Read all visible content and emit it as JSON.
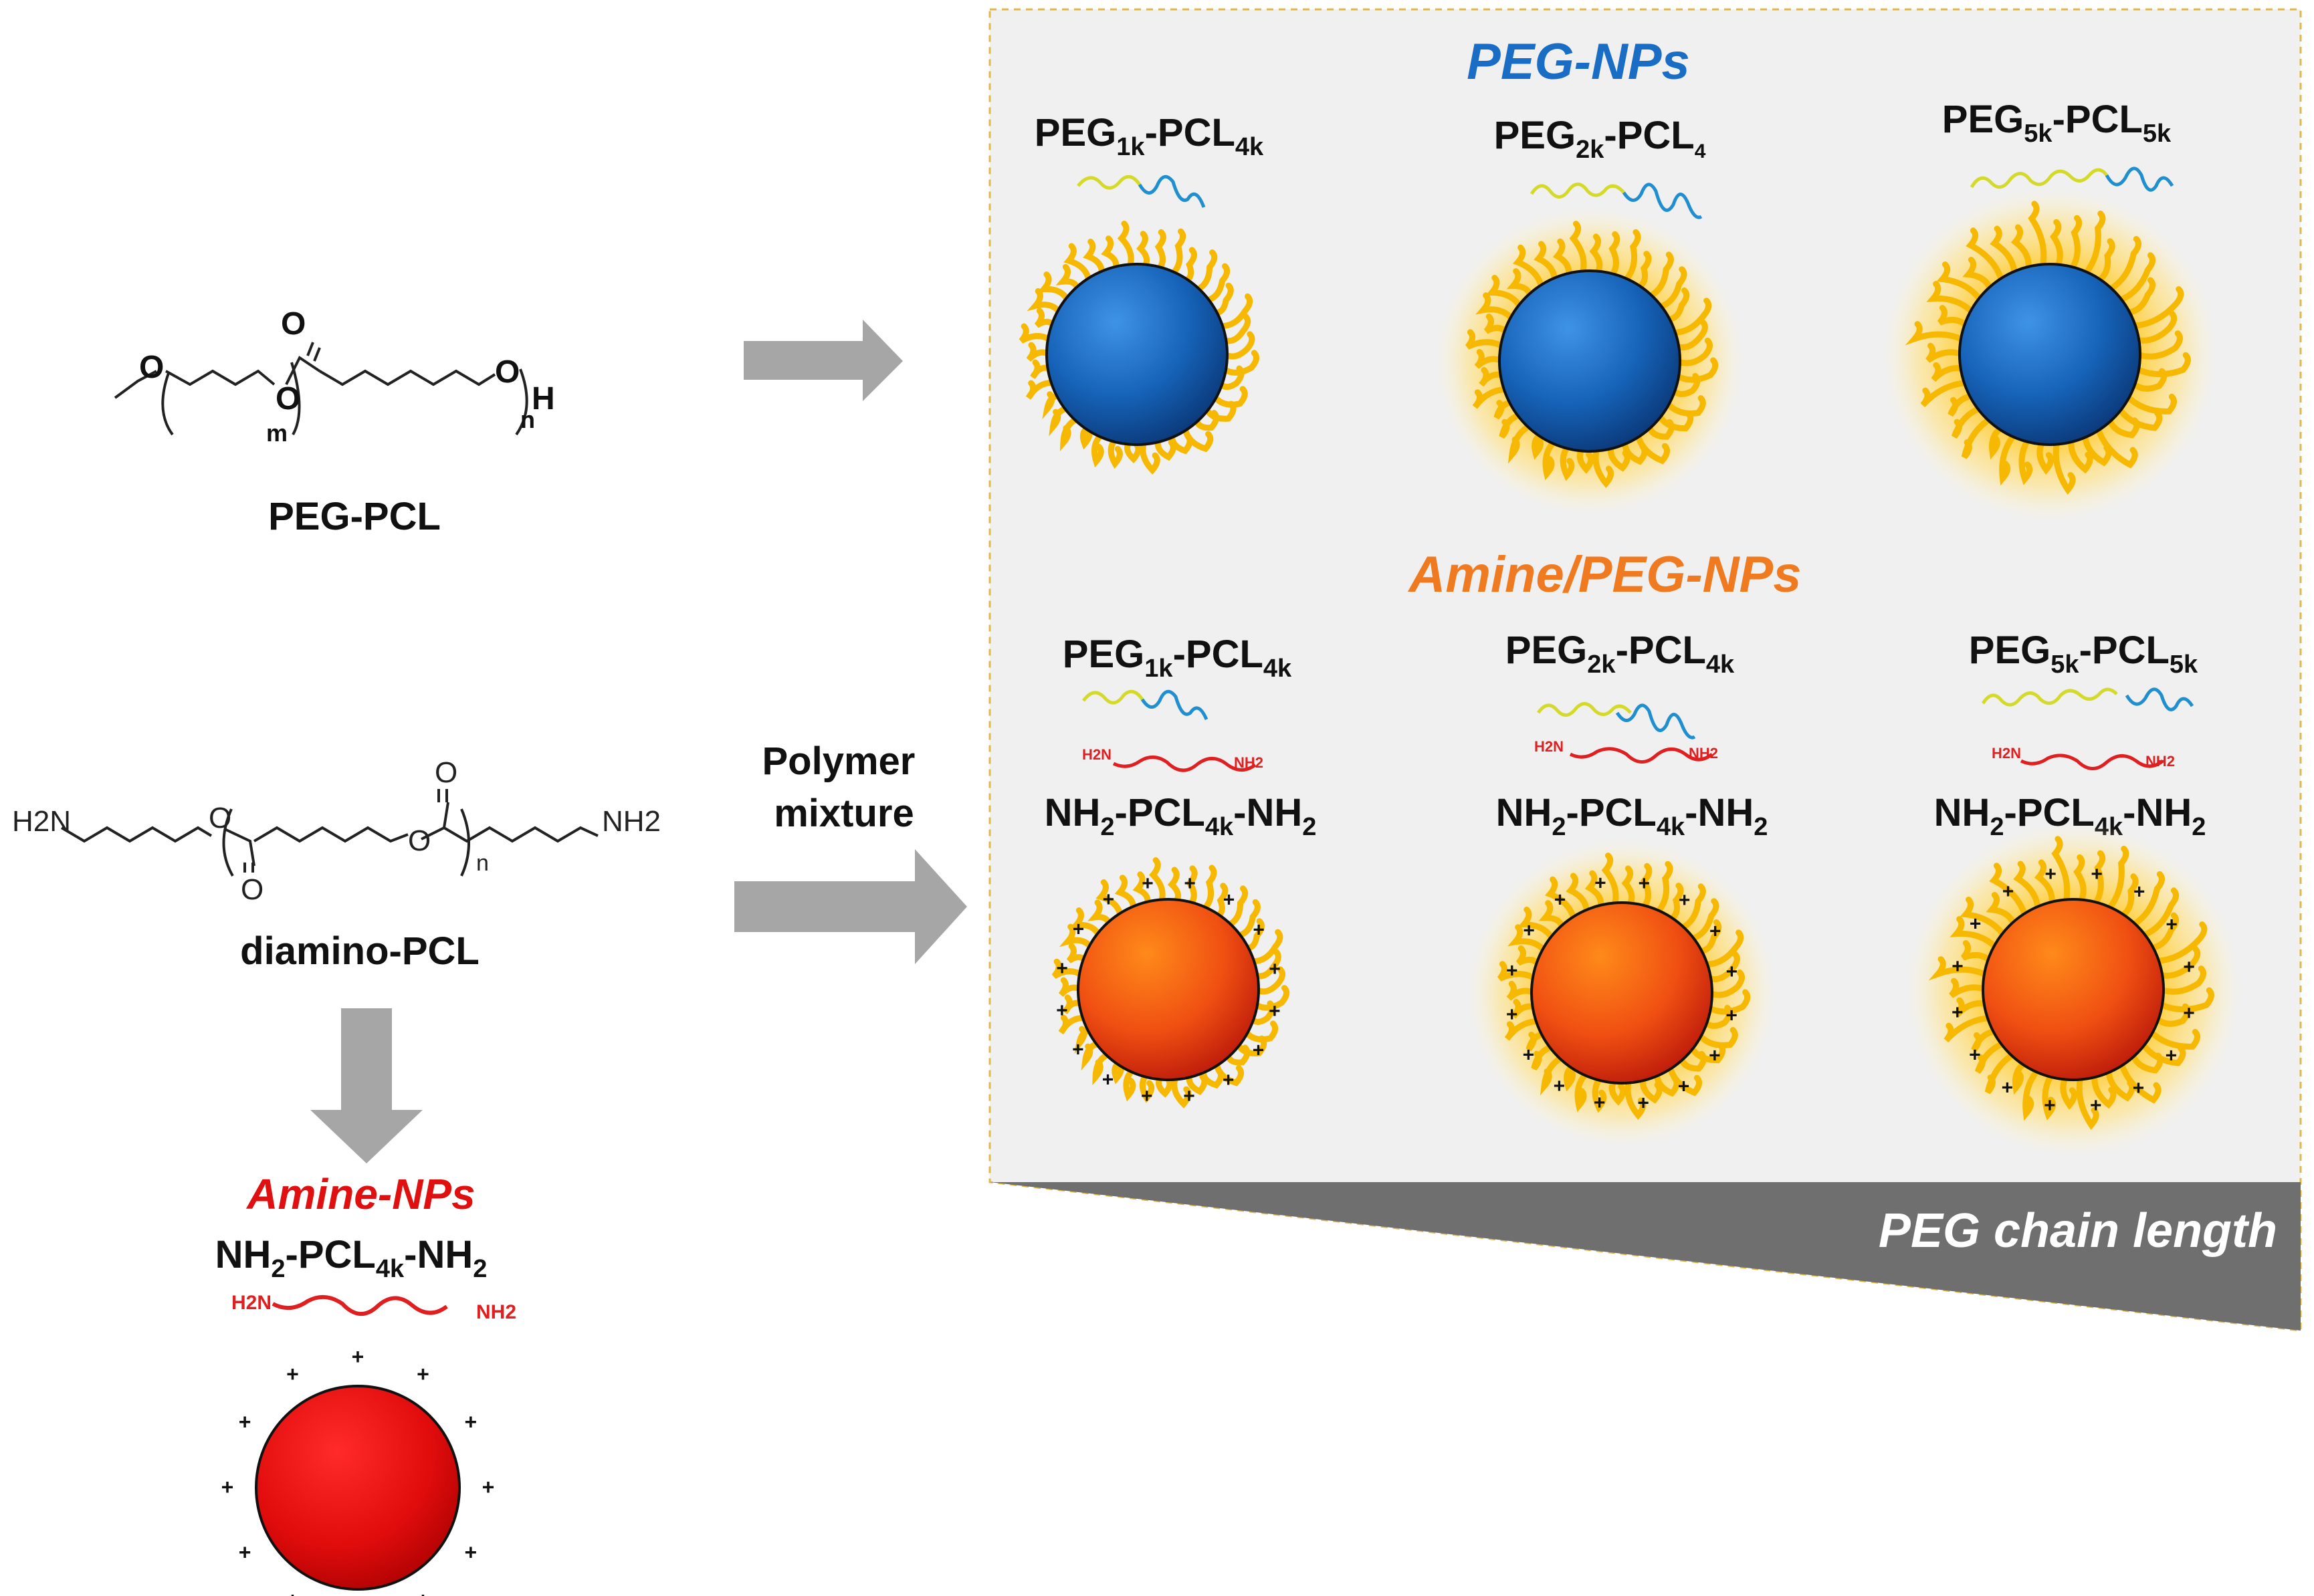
{
  "colors": {
    "peg_blue": "#1a6dc4",
    "amine_orange": "#ef7a1f",
    "amine_red": "#e01010",
    "peg_chain_yellow": "#d4d92a",
    "pcl_chain_blue": "#1f8fcf",
    "amine_chain_red": "#e02020",
    "corona_gold": "#f6b800",
    "panel_gray": "#f0f0f0",
    "arrow_gray": "#a6a6a6",
    "wedge_gray": "#6f6f6f"
  },
  "structures": {
    "peg_pcl": {
      "name": "PEG-PCL",
      "atoms": {
        "o1": "O",
        "o2": "O",
        "o_carbonyl": "O",
        "o3": "O",
        "h": "H"
      },
      "sub_m": "m",
      "sub_n": "n"
    },
    "diamino_pcl": {
      "name": "diamino-PCL",
      "atoms": {
        "h2n": "H2N",
        "nh2": "NH2",
        "o1": "O",
        "o_carbonyl_low": "O",
        "o2": "O",
        "o_carbonyl_high": "O"
      },
      "sub_n": "n"
    }
  },
  "arrows": {
    "mixture_label_line1": "Polymer",
    "mixture_label_line2": "mixture"
  },
  "amine_nps": {
    "title": "Amine-NPs",
    "formula": {
      "p1": "NH",
      "s1": "2",
      "p2": "-PCL",
      "s2": "4k",
      "p3": "-NH",
      "s3": "2"
    },
    "chain_left": "H2N",
    "chain_right": "NH2",
    "charge": "+"
  },
  "peg_nps": {
    "title": "PEG-NPs",
    "items": [
      {
        "formula": {
          "p1": "PEG",
          "s1": "1k",
          "p2": "-PCL",
          "s2": "4k"
        }
      },
      {
        "formula": {
          "p1": "PEG",
          "s1": "2k",
          "p2": "-PCL",
          "s2": "4"
        }
      },
      {
        "formula": {
          "p1": "PEG",
          "s1": "5k",
          "p2": "-PCL",
          "s2": "5k"
        }
      }
    ]
  },
  "amine_peg_nps": {
    "title": "Amine/PEG-NPs",
    "items": [
      {
        "peg_formula": {
          "p1": "PEG",
          "s1": "1k",
          "p2": "-PCL",
          "s2": "4k"
        },
        "amine_formula": {
          "p1": "NH",
          "s1": "2",
          "p2": "-PCL",
          "s2": "4k",
          "p3": "-NH",
          "s3": "2"
        },
        "chain_left": "H2N",
        "chain_right": "NH2"
      },
      {
        "peg_formula": {
          "p1": "PEG",
          "s1": "2k",
          "p2": "-PCL",
          "s2": "4k"
        },
        "amine_formula": {
          "p1": "NH",
          "s1": "2",
          "p2": "-PCL",
          "s2": "4k",
          "p3": "-NH",
          "s3": "2"
        },
        "chain_left": "H2N",
        "chain_right": "NH2"
      },
      {
        "peg_formula": {
          "p1": "PEG",
          "s1": "5k",
          "p2": "-PCL",
          "s2": "5k"
        },
        "amine_formula": {
          "p1": "NH",
          "s1": "2",
          "p2": "-PCL",
          "s2": "4k",
          "p3": "-NH",
          "s3": "2"
        },
        "chain_left": "H2N",
        "chain_right": "NH2"
      }
    ],
    "charge": "+"
  },
  "gradient_label": "PEG chain length"
}
